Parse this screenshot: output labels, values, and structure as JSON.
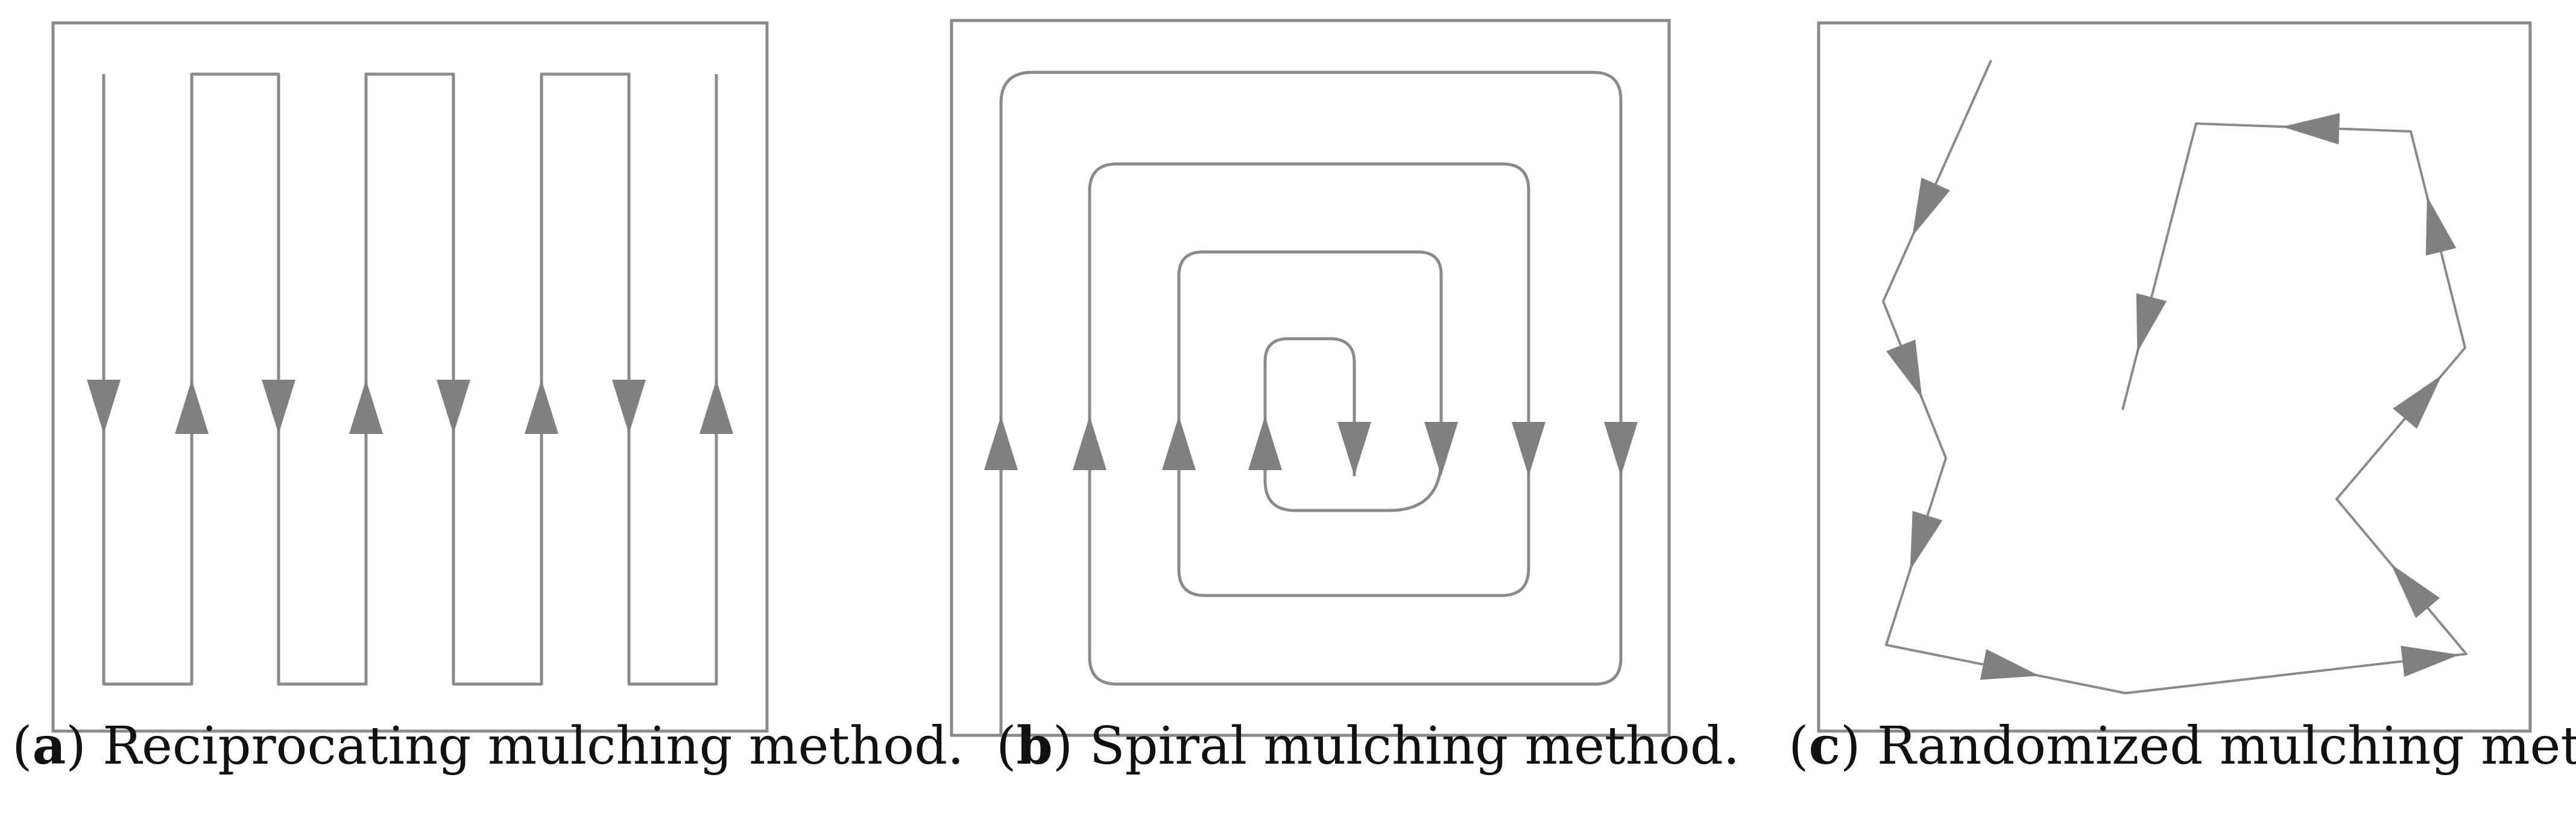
{
  "panels": [
    {
      "letter": "a",
      "caption": "Reciprocating mulching method.",
      "pattern": "reciprocating"
    },
    {
      "letter": "b",
      "caption": "Spiral mulching method.",
      "pattern": "spiral"
    },
    {
      "letter": "c",
      "caption": "Randomized mulching method.",
      "pattern": "randomized"
    }
  ],
  "colors": {
    "path": "#8a8a8a",
    "arrow": "#808080",
    "border": "#8a8a8a",
    "text": "#111111"
  }
}
